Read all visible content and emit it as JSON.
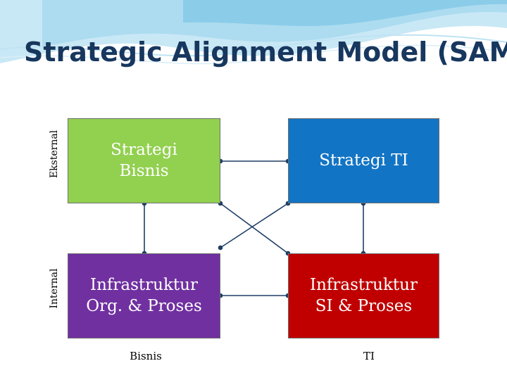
{
  "title": "Strategic Alignment Model (SAM)",
  "quadrants": {
    "strategi_bisnis": {
      "label": "Strategi\nBisnis",
      "color": "#92d050",
      "text_color": "#ffffff"
    },
    "strategi_ti": {
      "label": "Strategi TI",
      "color": "#1274c4",
      "text_color": "#ffffff"
    },
    "infrastruktur_org": {
      "label": "Infrastruktur\nOrg. & Proses",
      "color": "#7030a0",
      "text_color": "#ffffff"
    },
    "infrastruktur_si": {
      "label": "Infrastruktur\nSI & Proses",
      "color": "#c00000",
      "text_color": "#ffffff"
    }
  },
  "axis_labels": {
    "eksternal": "Eksternal",
    "internal": "Internal",
    "bisnis": "Bisnis",
    "ti": "TI"
  },
  "colors": {
    "title": "#17375e",
    "wave_light": "#c9e8f5",
    "wave_mid": "#7cc4e6",
    "connector": "#1f3f66"
  }
}
